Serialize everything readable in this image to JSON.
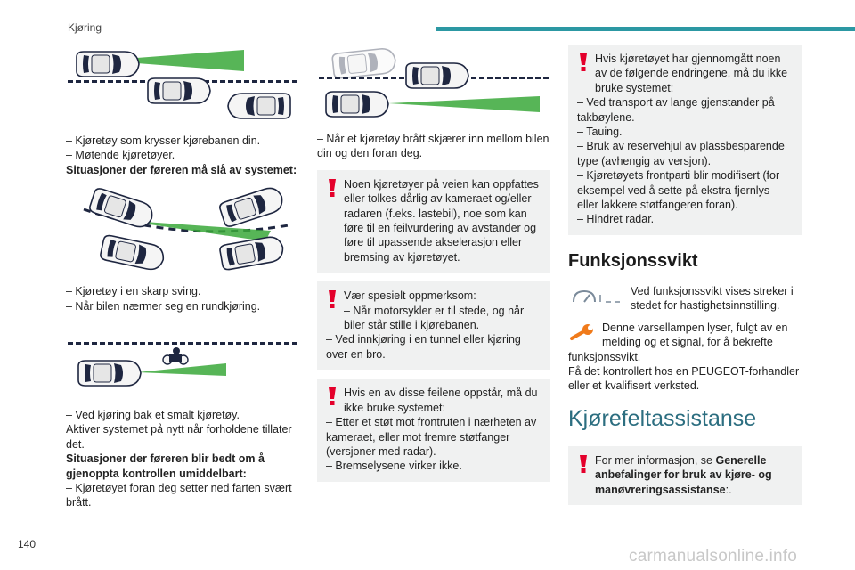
{
  "header": {
    "section": "Kjøring"
  },
  "page_number": "140",
  "watermark": "carmanualsonline.info",
  "col1": {
    "list1": [
      "–  Kjøretøy som krysser kjørebanen din.",
      "–  Møtende kjøretøyer."
    ],
    "heading1": "Situasjoner der føreren må slå av systemet:",
    "list2": [
      "–  Kjøretøy i en skarp sving.",
      "–  Når bilen nærmer seg en rundkjøring."
    ],
    "list3": [
      "–  Ved kjøring bak et smalt kjøretøy."
    ],
    "para1": "Aktiver systemet på nytt når forholdene tillater det.",
    "heading2": "Situasjoner der føreren blir bedt om å gjenoppta kontrollen umiddelbart:",
    "list4": [
      "–  Kjøretøyet foran deg setter ned farten svært brått."
    ]
  },
  "col2": {
    "para1": "–  Når et kjøretøy brått skjærer inn mellom bilen din og den foran deg.",
    "box1": "Noen kjøretøyer på veien kan oppfattes eller tolkes dårlig av kameraet og/eller radaren (f.eks. lastebil), noe som kan føre til en feilvurdering av avstander og føre til upassende akselerasjon eller bremsing av kjøretøyet.",
    "box2_lead": "Vær spesielt oppmerksom:",
    "box2_items": [
      "–  Når motorsykler er til stede, og når biler står stille i kjørebanen.",
      "–  Ved innkjøring i en tunnel eller kjøring over en bro."
    ],
    "box3_lead": "Hvis en av disse feilene oppstår, må du ikke bruke systemet:",
    "box3_items": [
      "–  Etter et støt mot frontruten i nærheten av kameraet, eller mot fremre støtfanger (versjoner med radar).",
      "–  Bremselysene virker ikke."
    ]
  },
  "col3": {
    "box1_lead": "Hvis kjøretøyet har gjennomgått noen av de følgende endringene, må du ikke bruke systemet:",
    "box1_items": [
      "–  Ved transport av lange gjenstander på takbøylene.",
      "–  Tauing.",
      "–  Bruk av reservehjul av plassbesparende type (avhengig av versjon).",
      "–  Kjøretøyets frontparti blir modifisert (for eksempel ved å sette på ekstra fjernlys eller lakkere støtfangeren foran).",
      "–  Hindret radar."
    ],
    "section_title": "Funksjonssvikt",
    "fault1": "Ved funksjonssvikt vises streker i stedet for hastighetsinnstilling.",
    "fault2": "Denne varsellampen lyser, fulgt av en melding og et signal, for å bekrefte funksjonssvikt.",
    "fault3": "Få det kontrollert hos en PEUGEOT-forhandler eller et kvalifisert verksted.",
    "big_title": "Kjørefeltassistanse",
    "note_pre": "For mer informasjon, se ",
    "note_bold": "Generelle anbefalinger for bruk av kjøre- og manøvreringsassistanse",
    "note_post": ":."
  },
  "colors": {
    "accent": "#2c98a3",
    "warning": "#e4002b",
    "beam": "#3aa83a",
    "heading_blue": "#2c6e80",
    "box_bg": "#f0f1f1"
  }
}
